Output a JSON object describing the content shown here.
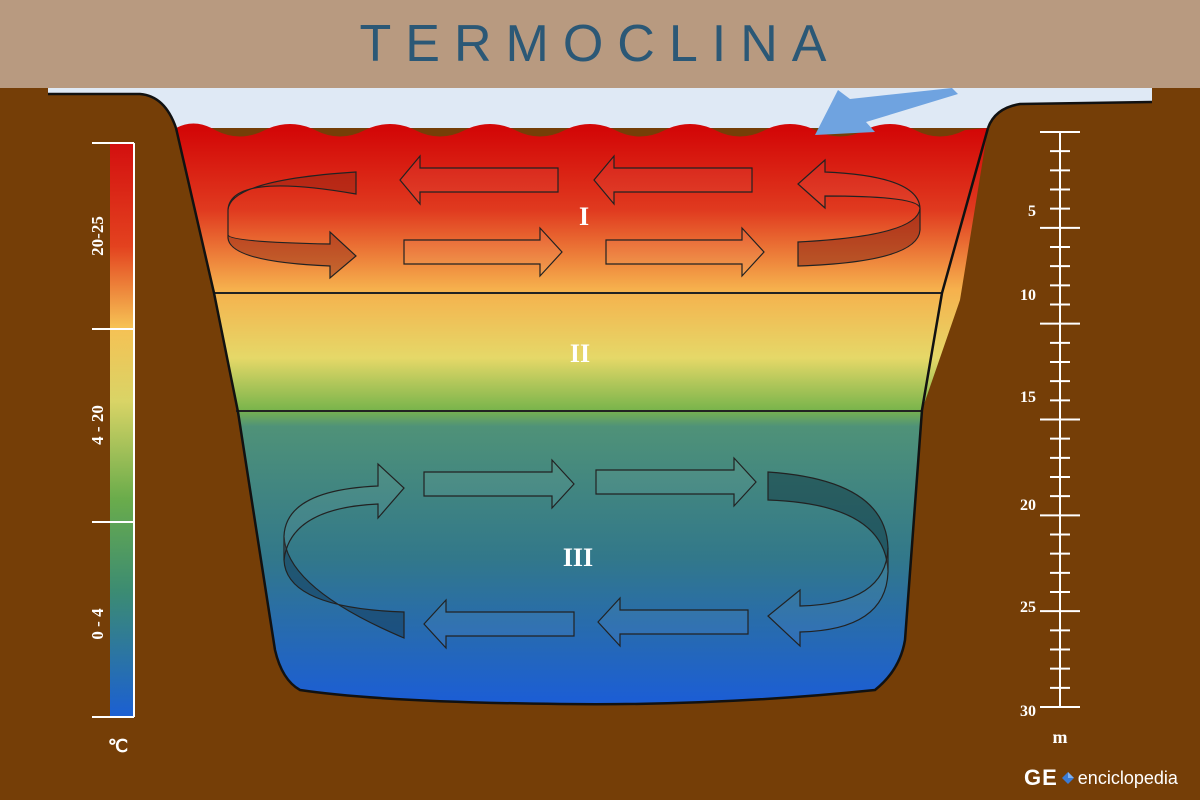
{
  "header": {
    "title": "TERMOCLINA"
  },
  "layers": {
    "top": "I",
    "middle": "II",
    "bottom": "III"
  },
  "temperature_scale": {
    "ranges": [
      "20-25",
      "4 - 20",
      "0 - 4"
    ],
    "unit": "℃",
    "colors": [
      "#d30f0f",
      "#f39a3a",
      "#f4df6f",
      "#6fae4a",
      "#3e8a75",
      "#1f5cc6"
    ]
  },
  "depth_scale": {
    "labels": [
      "5",
      "10",
      "15",
      "20",
      "25",
      "30"
    ],
    "unit": "m"
  },
  "colors": {
    "soil": "#753e07",
    "sky": "#dfe9f5",
    "title_bar": "#b89a80",
    "title_text": "#2b5876",
    "light_arrow": "#6fa3e0"
  },
  "logo": {
    "brand": "GE",
    "rest": "enciclopedia"
  }
}
